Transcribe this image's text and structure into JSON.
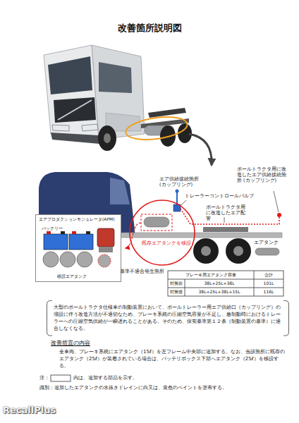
{
  "diagram": {
    "title": "改善箇所説明図",
    "nodes": [
      {
        "text": [
          "エアプロダクションモジュレータ(APM)",
          "バッテリー",
          "移設エアタンク"
        ]
      },
      {
        "text": [
          "大型のポールトラクタ仕様車の制動装置において、ポールトレーラー用エア供給口（カップリング）の増設に伴う改造方法が不適切なため、ブレーキ系統の圧縮空気容量が不足し、急制動時におけるトレーラーへの圧縮空気供給が一瞬遅れることがある。そのため、保安基準第１２条（制動装置の基準）に適合しなくなる。"
        ]
      }
    ],
    "labels": [
      "エア供給接続箇所 (カップリング)",
      "ポールトラクタ用に改造したエア供給接続箇所 (カップリング)",
      "トレーラーコントロールバルブ",
      "ポールトラクタ用に改造したエア配管",
      "既存エアタンクを移設",
      "エアタンク",
      "基準不適合発生箇所",
      "ブレーキ用エアタンク容量",
      "合計",
      "対策前",
      "38L+25L+38L",
      "101L",
      "対策後",
      "38L+25L+38L+15L",
      "116L",
      "改善措置の内容",
      "全車両、ブレーキ系統にエアタンク（15ℓ）を左フレーム中央部に追加する。なお、当該箇所に既存のエアタンク（25ℓ）が装着されている場合は、バッテリボックス下部へエアタンク（25ℓ）を移設する。",
      "注：",
      "内は、追加する部品を示す。",
      "識別：追加したエアタンクの水抜きドレインに白又は、黄色のペイントを塗布する。",
      "RecallPlus"
    ]
  }
}
